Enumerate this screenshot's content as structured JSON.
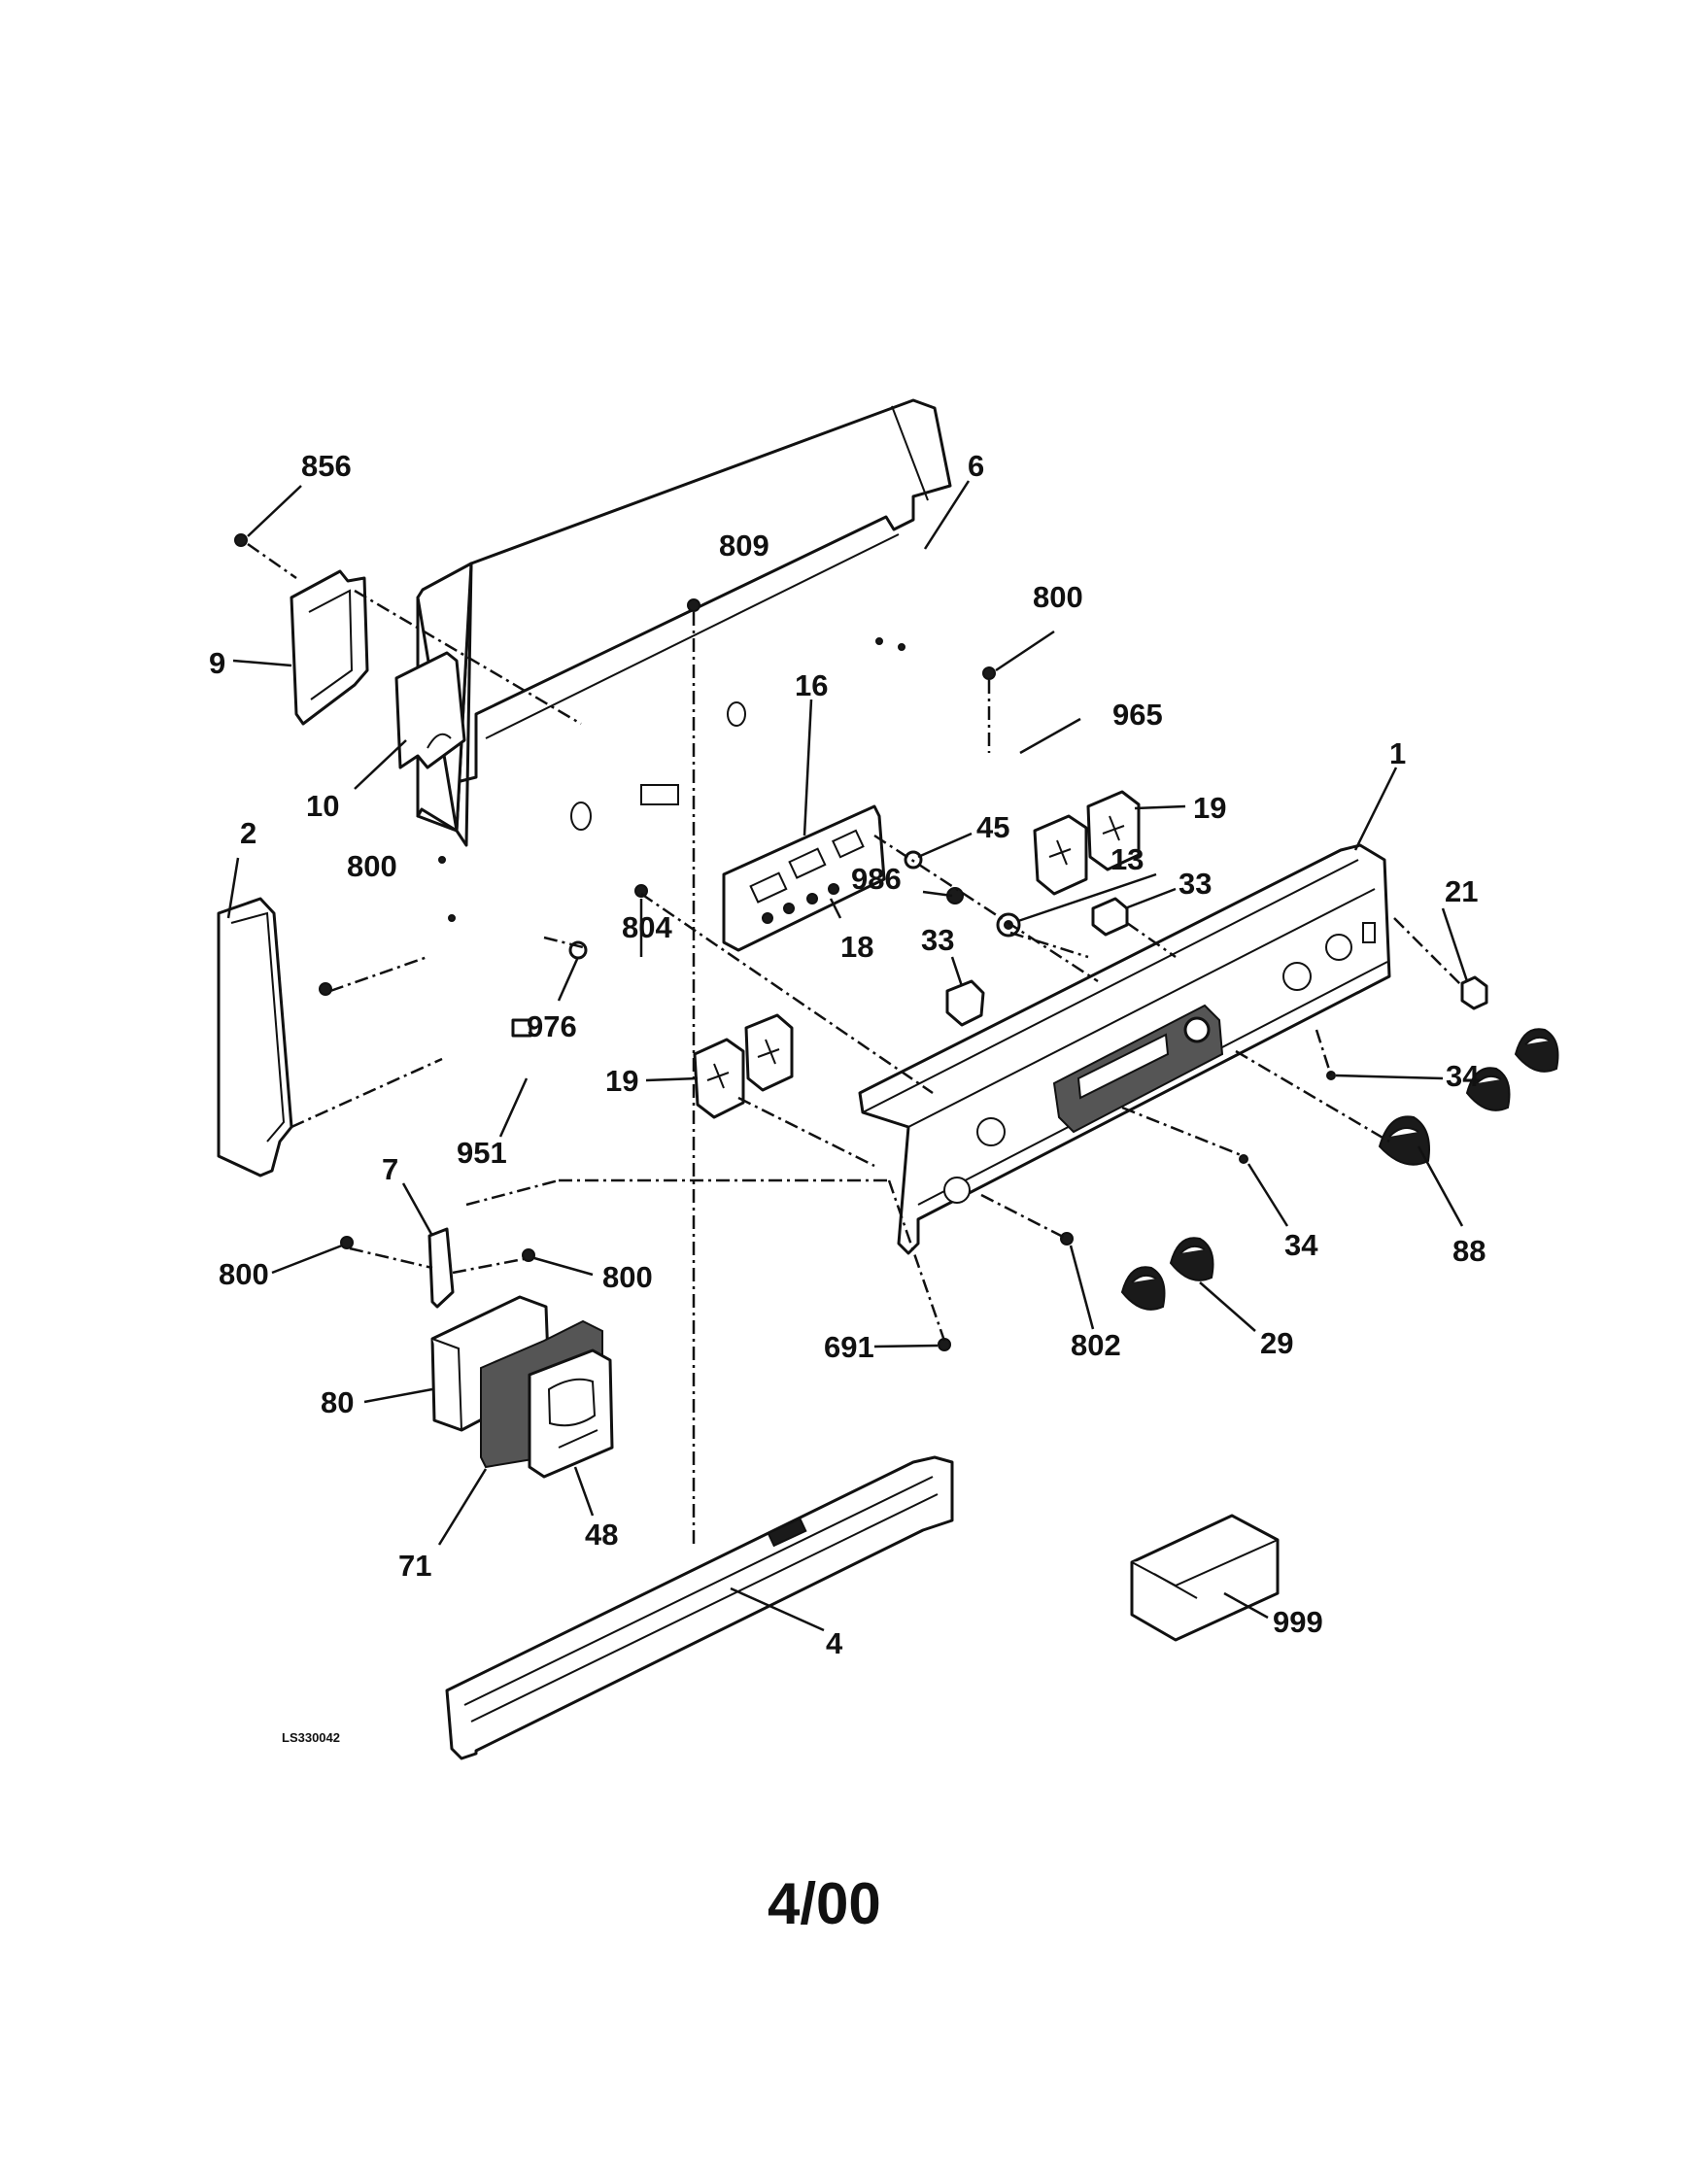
{
  "drawing_code": "LS330042",
  "date": "4/00",
  "callouts": [
    {
      "id": "856",
      "label": "856"
    },
    {
      "id": "6",
      "label": "6"
    },
    {
      "id": "809",
      "label": "809"
    },
    {
      "id": "800a",
      "label": "800"
    },
    {
      "id": "965",
      "label": "965"
    },
    {
      "id": "9",
      "label": "9"
    },
    {
      "id": "16",
      "label": "16"
    },
    {
      "id": "1",
      "label": "1"
    },
    {
      "id": "10",
      "label": "10"
    },
    {
      "id": "19a",
      "label": "19"
    },
    {
      "id": "2",
      "label": "2"
    },
    {
      "id": "45",
      "label": "45"
    },
    {
      "id": "800b",
      "label": "800"
    },
    {
      "id": "13",
      "label": "13"
    },
    {
      "id": "33a",
      "label": "33"
    },
    {
      "id": "21",
      "label": "21"
    },
    {
      "id": "986",
      "label": "986"
    },
    {
      "id": "18",
      "label": "18"
    },
    {
      "id": "33b",
      "label": "33"
    },
    {
      "id": "804",
      "label": "804"
    },
    {
      "id": "976",
      "label": "976"
    },
    {
      "id": "34a",
      "label": "34"
    },
    {
      "id": "19b",
      "label": "19"
    },
    {
      "id": "951",
      "label": "951"
    },
    {
      "id": "7",
      "label": "7"
    },
    {
      "id": "34b",
      "label": "34"
    },
    {
      "id": "88",
      "label": "88"
    },
    {
      "id": "800c",
      "label": "800"
    },
    {
      "id": "800d",
      "label": "800"
    },
    {
      "id": "691",
      "label": "691"
    },
    {
      "id": "802",
      "label": "802"
    },
    {
      "id": "29",
      "label": "29"
    },
    {
      "id": "80",
      "label": "80"
    },
    {
      "id": "48",
      "label": "48"
    },
    {
      "id": "71",
      "label": "71"
    },
    {
      "id": "4",
      "label": "4"
    },
    {
      "id": "999",
      "label": "999"
    }
  ]
}
